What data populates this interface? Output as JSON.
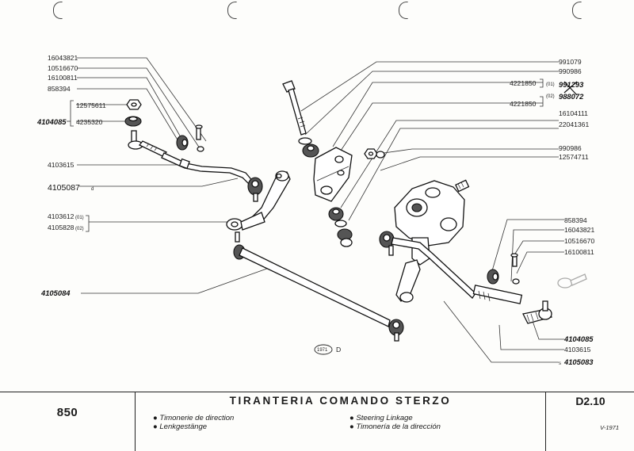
{
  "labels": {
    "l1": "16043821",
    "l2": "10516670",
    "l3": "16100811",
    "l4": "858394",
    "l5": "12575611",
    "l6": "4104085",
    "l7": "4235320",
    "l8": "4103615",
    "l9": "4105087",
    "l9s": "d",
    "l10": "4103612",
    "l10s": "(01)",
    "l11": "4105828",
    "l11s": "(02)",
    "l12": "4105084",
    "r1": "991079",
    "r2": "990986",
    "r3": "4221850",
    "r3s": "(01)",
    "r3v": "991293",
    "r4v": "988072",
    "r4s": "(02)",
    "r5": "4221850",
    "r6": "16104111",
    "r7": "22041361",
    "r8": "990986",
    "r9": "12574711",
    "r10": "858394",
    "r11": "16043821",
    "r12": "10516670",
    "r13": "16100811",
    "r14": "4104085",
    "r15": "4103615",
    "r16p": "s",
    "r16": "4105083"
  },
  "stamp": {
    "year": "1971",
    "letter": "D"
  },
  "title_block": {
    "model": "850",
    "title": "TIRANTERIA COMANDO STERZO",
    "items_left": [
      "Timonerie de direction",
      "Lenkgestänge"
    ],
    "items_right": [
      "Steering Linkage",
      "Timonería de la dirección"
    ],
    "code": "D2.10",
    "date": "V-1971",
    "bullet": "●"
  }
}
